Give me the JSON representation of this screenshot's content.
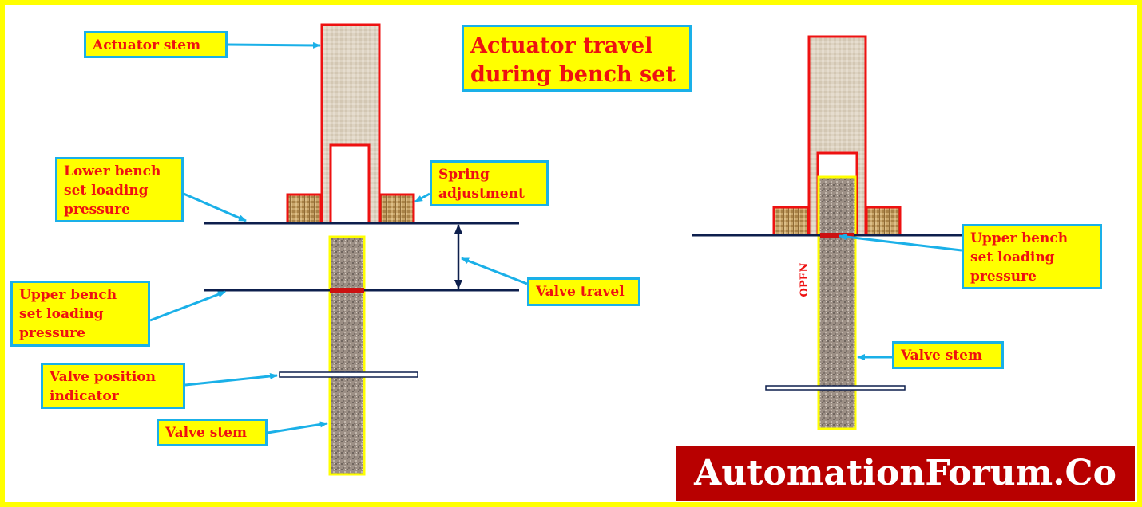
{
  "title": "Actuator travel\nduring bench set",
  "labels": {
    "actuator_stem": "Actuator stem",
    "lower_bench": "Lower bench\nset loading\npressure",
    "spring_adjustment": "Spring\nadjustment",
    "valve_travel": "Valve travel",
    "upper_bench_left": "Upper bench\nset loading\npressure",
    "valve_position_indicator": "Valve position\nindicator",
    "valve_stem_left": "Valve stem",
    "upper_bench_right": "Upper bench\nset loading\npressure",
    "valve_stem_right": "Valve stem",
    "open": "OPEN"
  },
  "watermark": "AutomationForum.Co",
  "colors": {
    "frame": "#ffff00",
    "label_fill": "#ffff00",
    "label_border": "#1ab0e8",
    "label_text": "#ee1111",
    "actuator_outline": "#ee1111",
    "stem_outline": "#ffff00",
    "line": "#0d1f4d",
    "arrow": "#1ab0e8",
    "banner": "#b80000"
  }
}
